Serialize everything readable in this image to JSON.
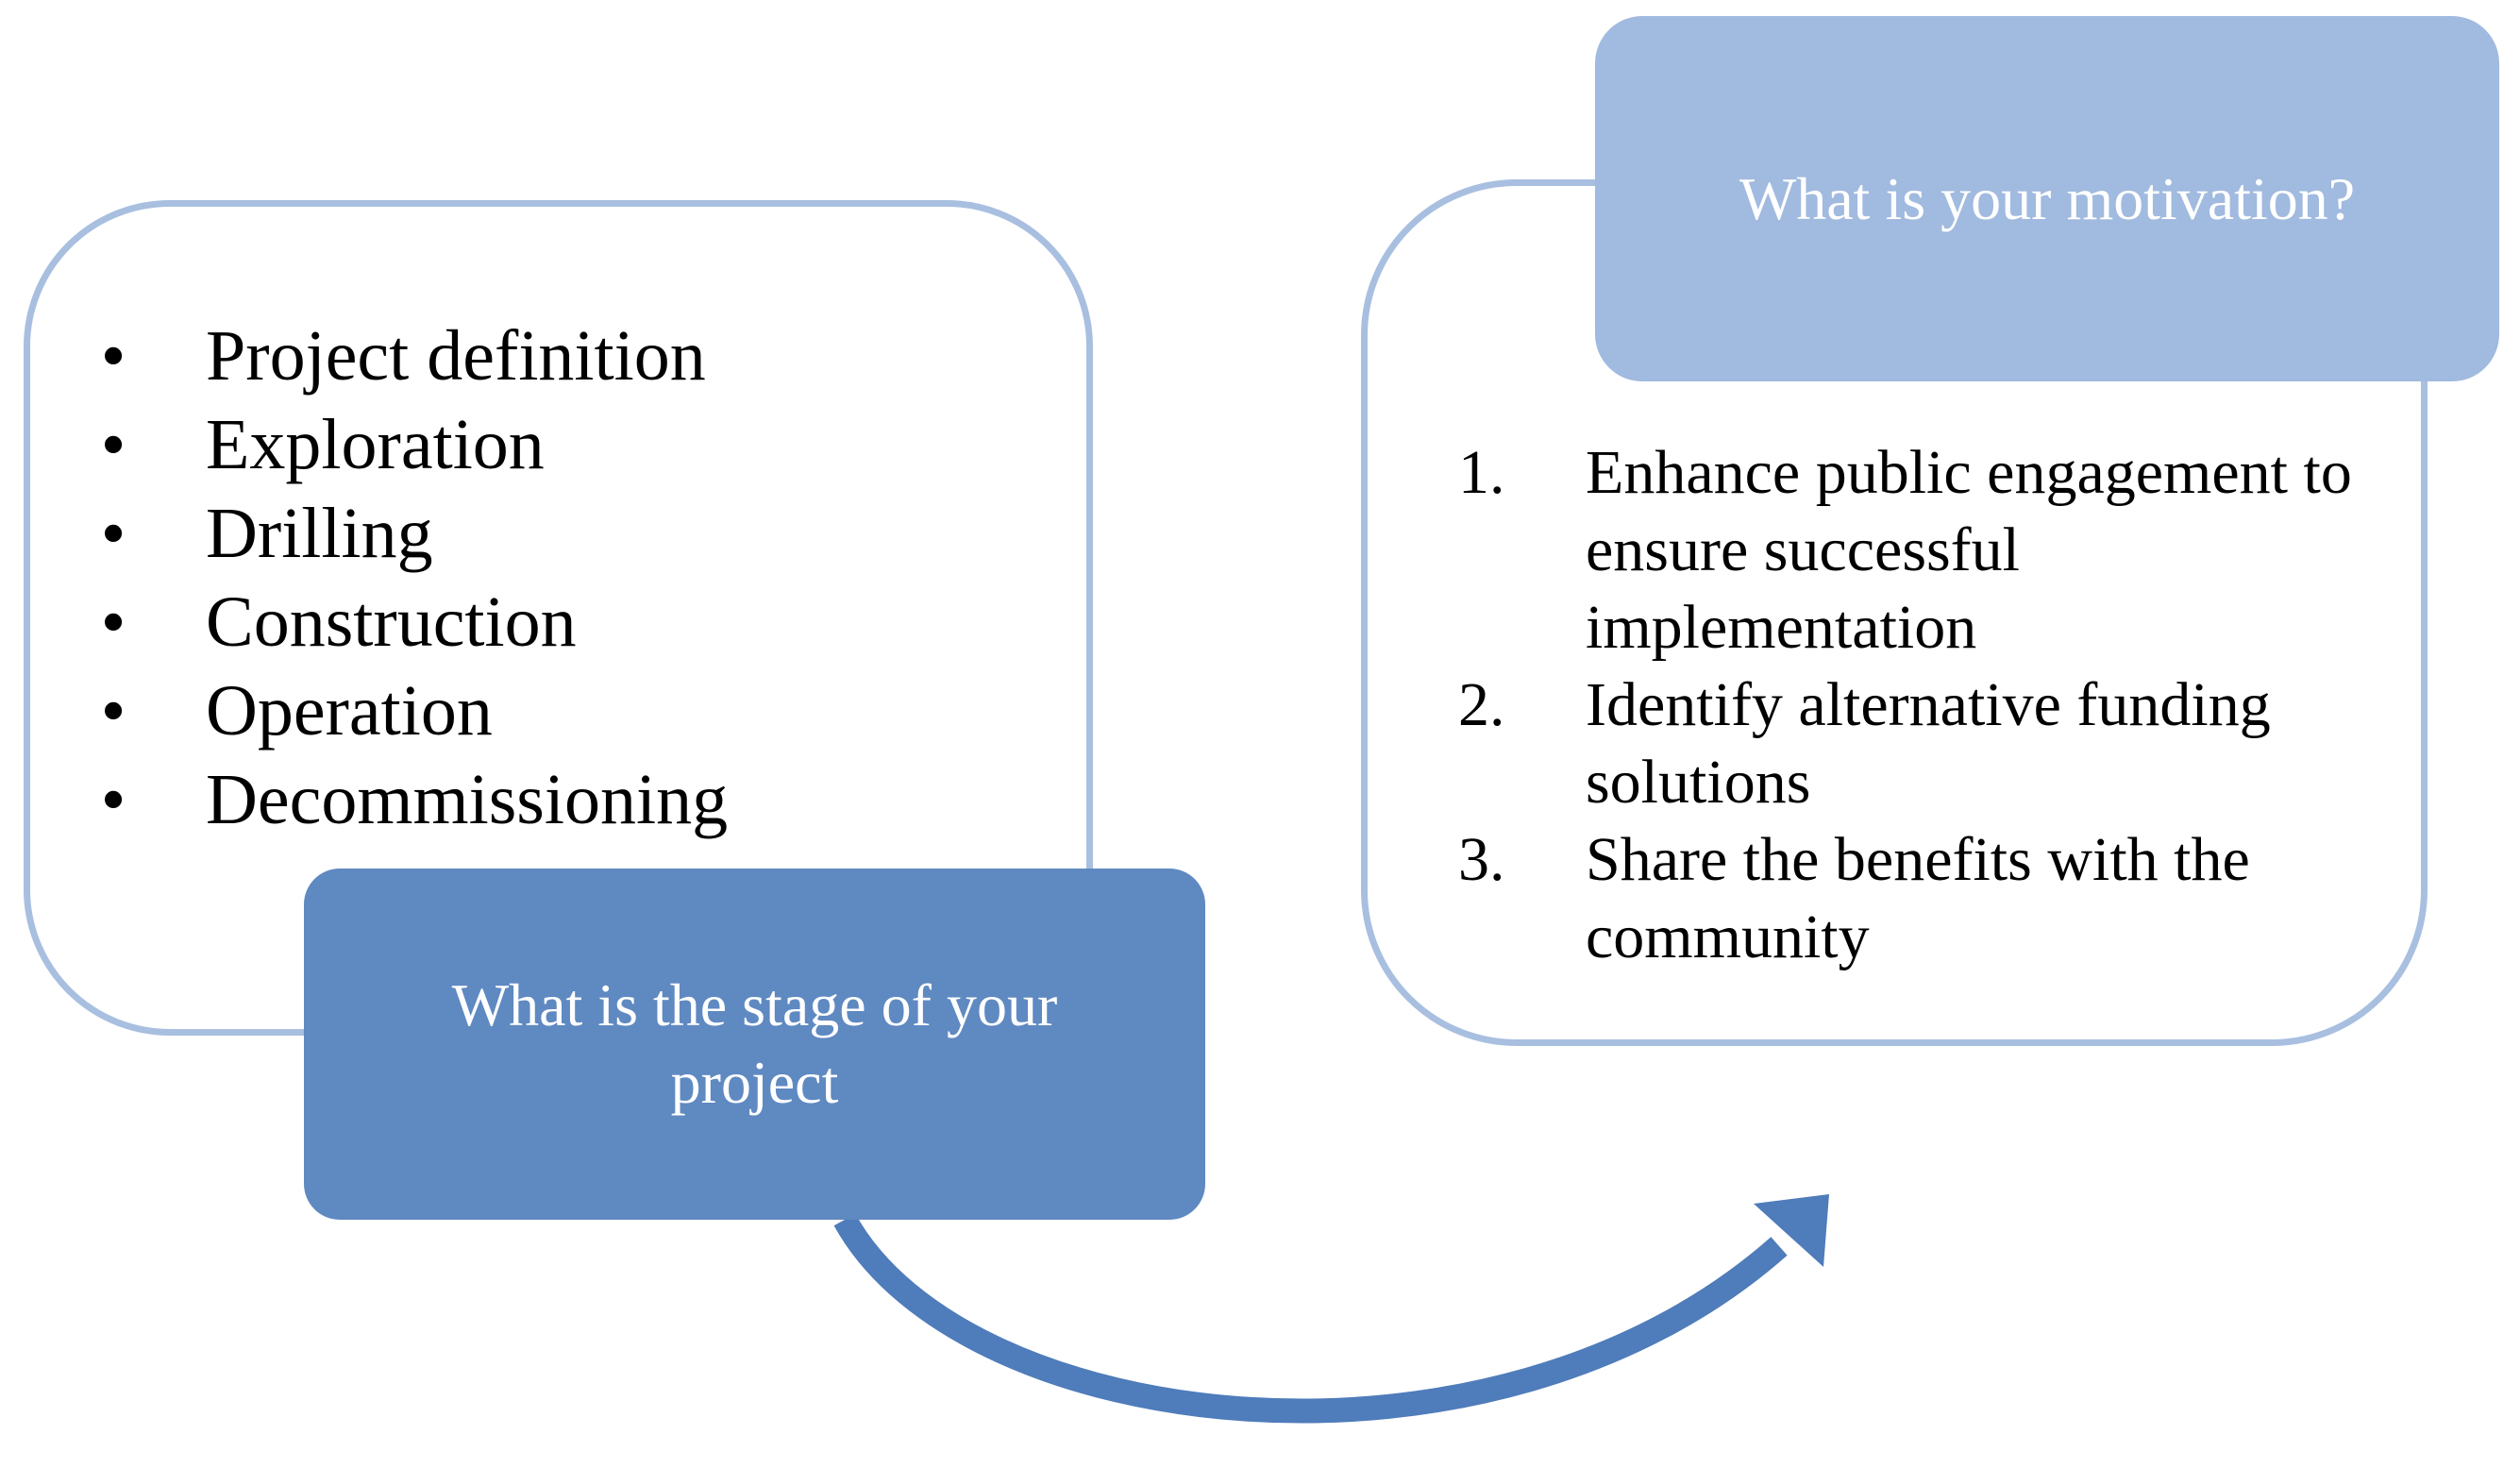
{
  "stage": {
    "title": "What is the stage of your project",
    "items": [
      "Project definition",
      "Exploration",
      "Drilling",
      "Construction",
      "Operation",
      "Decommissioning"
    ],
    "bullet": "•"
  },
  "motivation": {
    "title": "What is your motivation?",
    "items": [
      {
        "number": "1.",
        "text": "Enhance public engagement to ensure successful implementation"
      },
      {
        "number": "2.",
        "text": "Identify alternative funding solutions"
      },
      {
        "number": "3.",
        "text": "Share the benefits with the community"
      }
    ]
  },
  "colors": {
    "panel_border": "#a8bfe0",
    "stage_title_fill": "#5f89c1",
    "motivation_title_fill": "#a1badf",
    "arrow": "#4f7cba"
  }
}
